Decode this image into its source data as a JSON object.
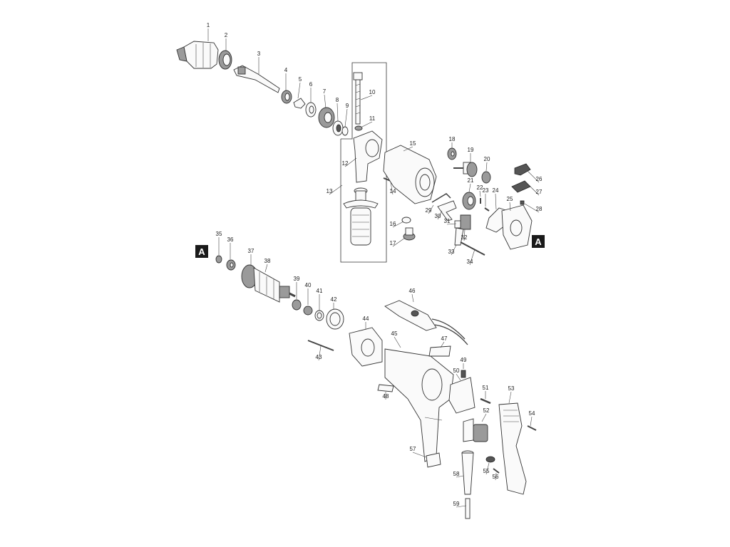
{
  "callout_marker": "A",
  "part_numbers": [
    "1",
    "2",
    "3",
    "4",
    "5",
    "6",
    "7",
    "8",
    "9",
    "10",
    "11",
    "12",
    "13",
    "14",
    "15",
    "16",
    "17",
    "18",
    "19",
    "20",
    "21",
    "22",
    "23",
    "24",
    "25",
    "26",
    "27",
    "28",
    "29",
    "30",
    "31",
    "32",
    "33",
    "34",
    "35",
    "36",
    "37",
    "38",
    "39",
    "40",
    "41",
    "42",
    "43",
    "44",
    "45",
    "46",
    "47",
    "48",
    "49",
    "50",
    "51",
    "52",
    "53",
    "54",
    "55",
    "56",
    "57",
    "58",
    "59"
  ]
}
